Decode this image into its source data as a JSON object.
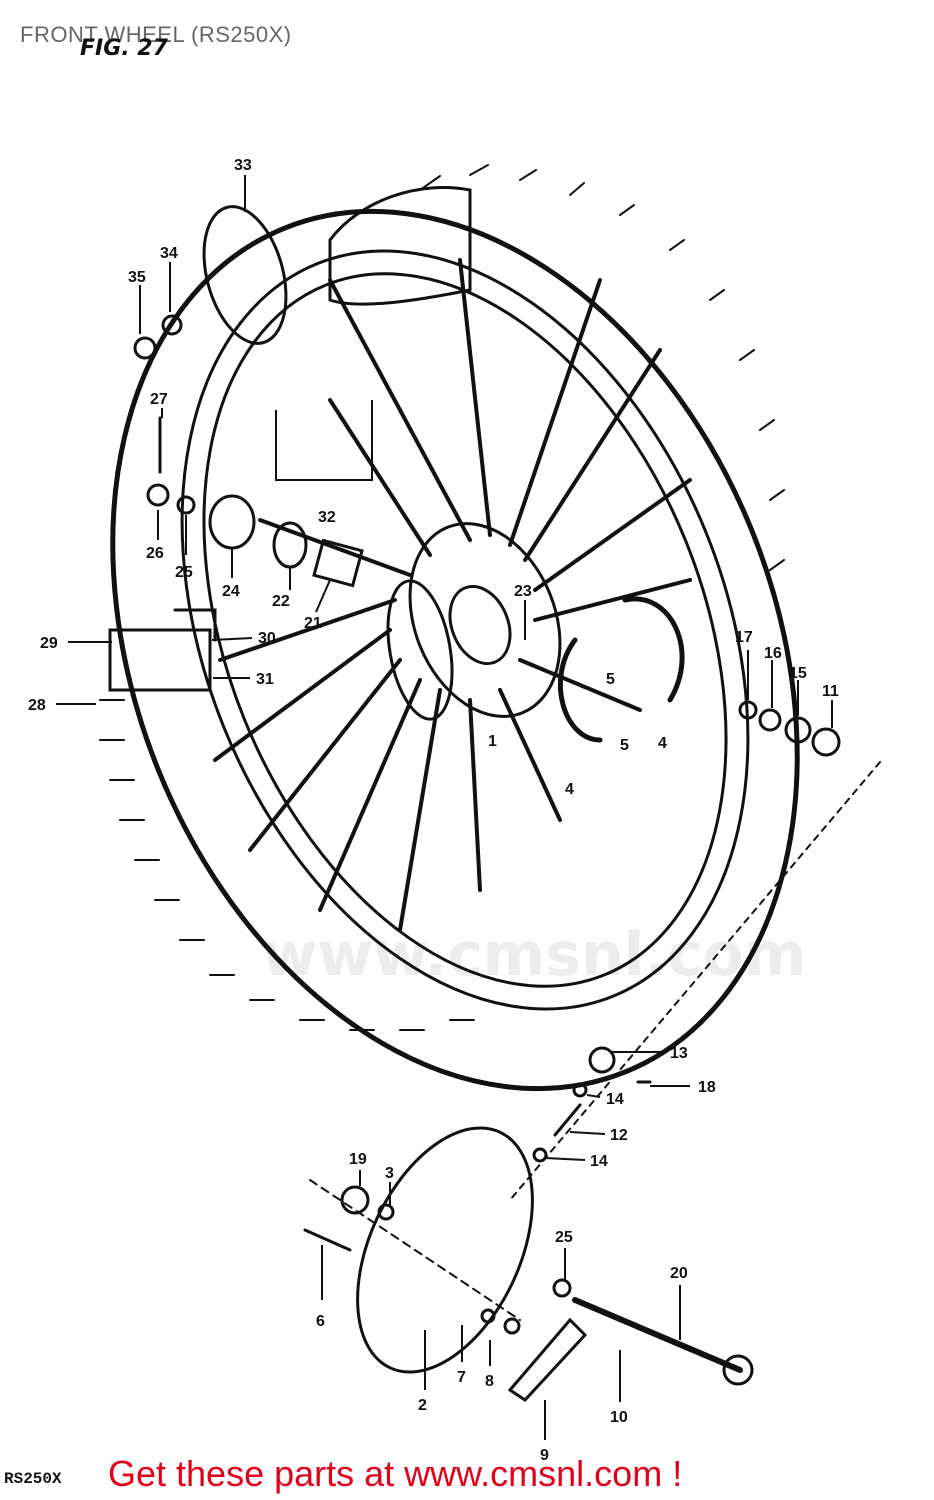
{
  "header": {
    "title": "FRONT WHEEL (RS250X)",
    "figure_label": "FIG. 27"
  },
  "watermark": "www.cmsnl.com",
  "footer": {
    "model_code": "RS250X",
    "banner": "Get these parts at www.cmsnl.com !"
  },
  "banner_color": "#e2001a",
  "callouts": [
    "33",
    "34",
    "35",
    "27",
    "32",
    "26",
    "25",
    "24",
    "22",
    "21",
    "23",
    "29",
    "30",
    "31",
    "28",
    "17",
    "16",
    "15",
    "11",
    "5",
    "5",
    "1",
    "4",
    "4",
    "13",
    "14",
    "18",
    "12",
    "14",
    "19",
    "3",
    "6",
    "25",
    "20",
    "2",
    "7",
    "8",
    "10",
    "9"
  ]
}
